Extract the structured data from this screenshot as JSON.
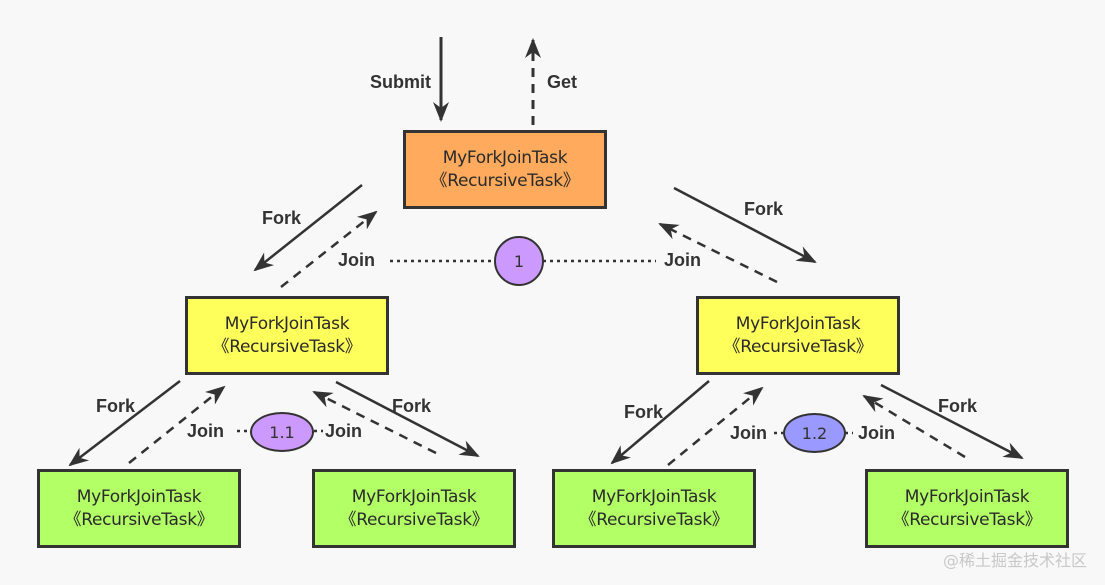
{
  "diagram": {
    "title_hint": "ForkJoin task recursion",
    "colors": {
      "root_fill": "#FFAA5C",
      "level1_fill": "#FFFF5C",
      "level2_fill": "#B3FF66",
      "badge_1_fill": "#CC99FF",
      "badge_1_1_fill": "#CC99FF",
      "badge_1_2_fill": "#9999FF",
      "stroke": "#333333"
    },
    "nodes": {
      "root": {
        "line1": "MyForkJoinTask",
        "line2": "《RecursiveTask》"
      },
      "l1_left": {
        "line1": "MyForkJoinTask",
        "line2": "《RecursiveTask》"
      },
      "l1_right": {
        "line1": "MyForkJoinTask",
        "line2": "《RecursiveTask》"
      },
      "l2_a": {
        "line1": "MyForkJoinTask",
        "line2": "《RecursiveTask》"
      },
      "l2_b": {
        "line1": "MyForkJoinTask",
        "line2": "《RecursiveTask》"
      },
      "l2_c": {
        "line1": "MyForkJoinTask",
        "line2": "《RecursiveTask》"
      },
      "l2_d": {
        "line1": "MyForkJoinTask",
        "line2": "《RecursiveTask》"
      }
    },
    "labels": {
      "submit": "Submit",
      "get": "Get",
      "fork": "Fork",
      "join": "Join"
    },
    "badges": {
      "b1": "1",
      "b11": "1.1",
      "b12": "1.2"
    },
    "watermark": "@稀土掘金技术社区"
  }
}
